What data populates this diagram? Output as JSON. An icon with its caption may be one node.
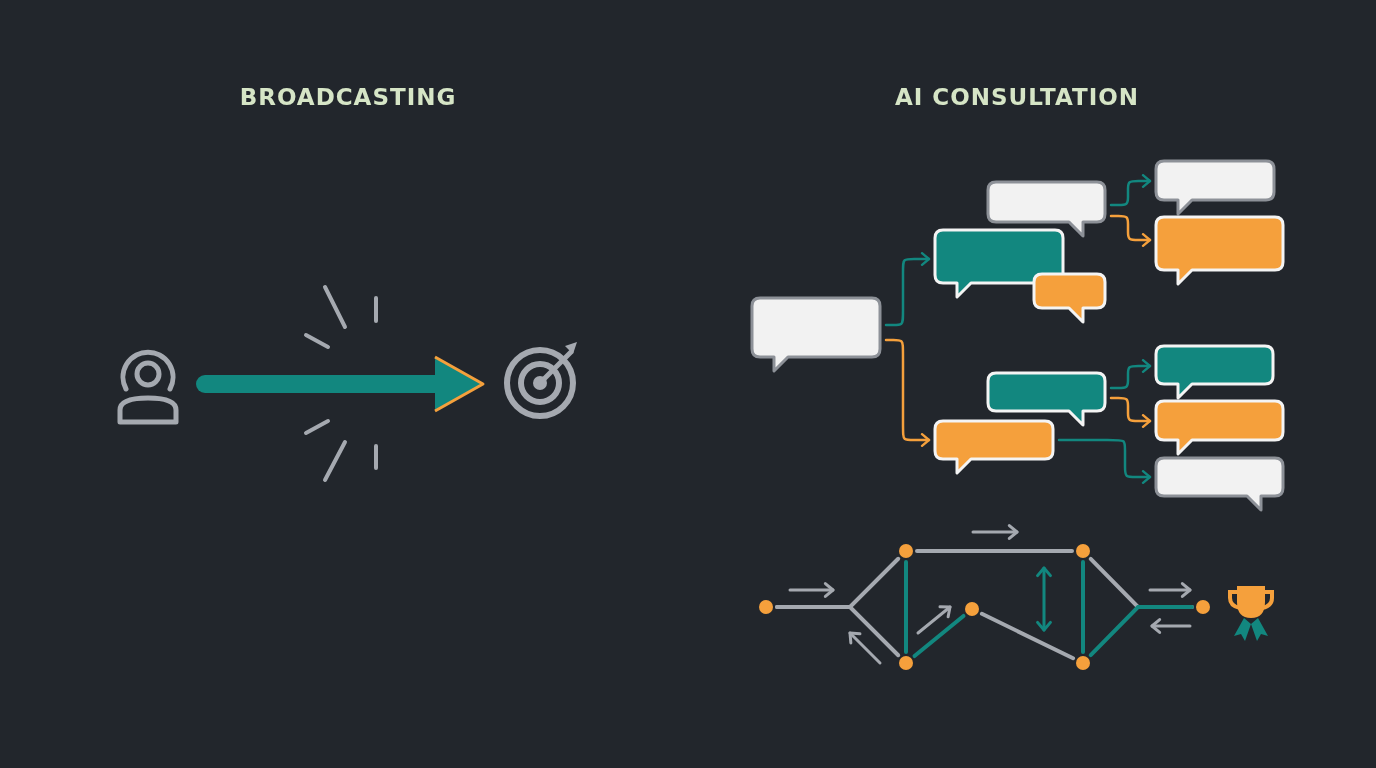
{
  "diagram": {
    "nodes": [
      {
        "text": [],
        "shape": "person"
      },
      {
        "text": [],
        "shape": "picture"
      },
      {
        "text": [],
        "shape": "bubble"
      },
      {
        "text": [],
        "shape": "bubble"
      },
      {
        "text": [],
        "shape": "bubble"
      },
      {
        "text": [],
        "shape": "bubble"
      },
      {
        "text": [],
        "shape": "bubble"
      },
      {
        "text": [],
        "shape": "bubble"
      },
      {
        "text": [],
        "shape": "bubble"
      },
      {
        "text": [],
        "shape": "bubble"
      },
      {
        "text": [],
        "shape": "bubble"
      },
      {
        "text": [],
        "shape": "bubble"
      },
      {
        "text": [],
        "shape": "bubble"
      },
      {
        "text": [],
        "shape": "circle"
      },
      {
        "text": [],
        "shape": "circle"
      },
      {
        "text": [],
        "shape": "circle"
      },
      {
        "text": [],
        "shape": "circle"
      },
      {
        "text": [],
        "shape": "circle"
      },
      {
        "text": [],
        "shape": "circle"
      },
      {
        "text": [],
        "shape": "circle"
      },
      {
        "text": [],
        "shape": "picture"
      }
    ],
    "edges": [
      {
        "from": 0,
        "to": 1,
        "arrow": "to",
        "style": "thick",
        "color": "#12877f"
      },
      {
        "from": 2,
        "to": 3,
        "arrow": "to",
        "color": "#12877f"
      },
      {
        "from": 2,
        "to": 9,
        "arrow": "to",
        "color": "#f5a03c"
      },
      {
        "from": 4,
        "to": 6,
        "arrow": "to",
        "color": "#12877f"
      },
      {
        "from": 4,
        "to": 7,
        "arrow": "to",
        "color": "#f5a03c"
      },
      {
        "from": 8,
        "to": 10,
        "arrow": "to",
        "color": "#12877f"
      },
      {
        "from": 8,
        "to": 11,
        "arrow": "to",
        "color": "#f5a03c"
      },
      {
        "from": 9,
        "to": 12,
        "arrow": "to",
        "color": "#12877f"
      },
      {
        "from": 13,
        "to": 14,
        "arrow": "none",
        "color": "#a5a9b0"
      },
      {
        "from": 13,
        "to": 16,
        "arrow": "none",
        "color": "#a5a9b0"
      },
      {
        "from": 14,
        "to": 15,
        "arrow": "none",
        "color": "#a5a9b0"
      },
      {
        "from": 14,
        "to": 16,
        "arrow": "none",
        "color": "#12877f"
      },
      {
        "from": 16,
        "to": 17,
        "arrow": "none",
        "color": "#12877f"
      },
      {
        "from": 17,
        "to": 18,
        "arrow": "none",
        "color": "#a5a9b0"
      },
      {
        "from": 15,
        "to": 18,
        "arrow": "none",
        "color": "#12877f"
      },
      {
        "from": 15,
        "to": 19,
        "arrow": "none",
        "color": "#a5a9b0"
      },
      {
        "from": 18,
        "to": 19,
        "arrow": "none",
        "color": "#12877f"
      }
    ],
    "labels": [
      "BROADCASTING",
      "AI CONSULTATION"
    ]
  }
}
